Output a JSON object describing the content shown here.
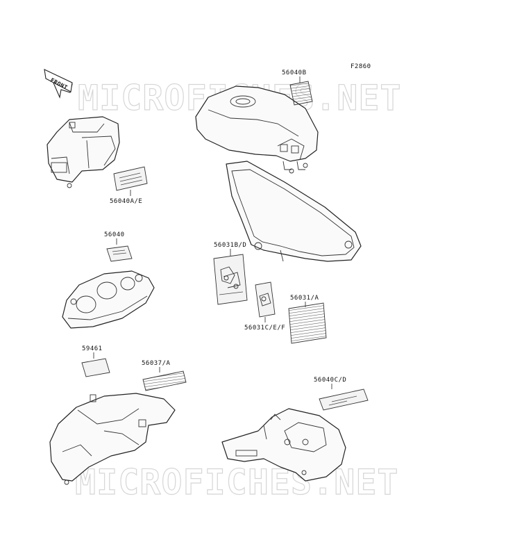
{
  "figure_code": "F2860",
  "direction_marker": "FRONT",
  "watermark": "MICROFICHES.NET",
  "part_labels": {
    "p56040B": "56040B",
    "p56040AE": "56040A/E",
    "p56040": "56040",
    "p56031BD": "56031B/D",
    "p56031A": "56031/A",
    "p56031CEF": "56031C/E/F",
    "p59461": "59461",
    "p56037A": "56037/A",
    "p56040CD": "56040C/D"
  }
}
